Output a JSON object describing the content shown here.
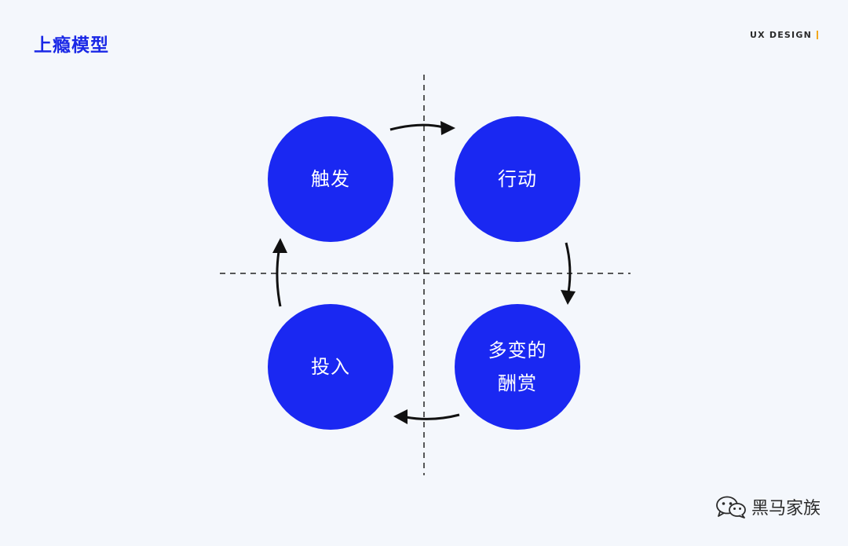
{
  "header": {
    "title": "上瘾模型",
    "brand_tag": "UX DESIGN"
  },
  "diagram": {
    "nodes": {
      "trigger": "触发",
      "action": "行动",
      "reward": "多变的\n酬赏",
      "investment": "投入"
    },
    "cycle_order": [
      "trigger",
      "action",
      "reward",
      "investment"
    ],
    "colors": {
      "node_fill": "#1a28f2",
      "node_text": "#ffffff",
      "arrow": "#111111",
      "axis_line": "#222222"
    }
  },
  "watermark": {
    "icon": "wechat-icon",
    "text": "黑马家族"
  }
}
